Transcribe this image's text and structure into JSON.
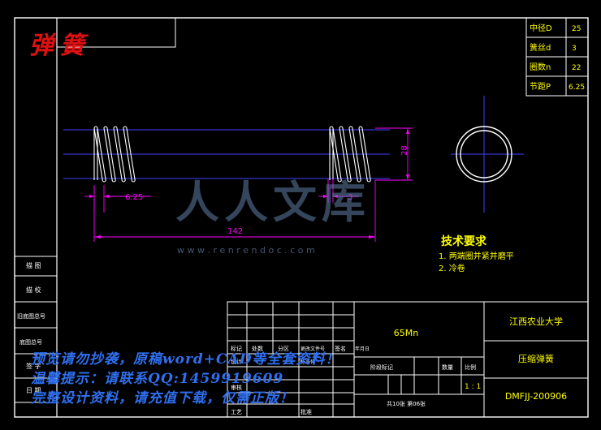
{
  "title_stamp": "弹簧",
  "params": [
    {
      "label": "中径D",
      "value": "25"
    },
    {
      "label": "簧丝d",
      "value": "3"
    },
    {
      "label": "圈数n",
      "value": "22"
    },
    {
      "label": "节距P",
      "value": "6.25"
    }
  ],
  "dimensions": {
    "pitch": "6.25",
    "wire": "3",
    "length": "142",
    "height": "28"
  },
  "tech_req": {
    "title": "技术要求",
    "items": [
      "1. 两端圈并紧并磨平",
      "2. 冷卷"
    ]
  },
  "side_labels": [
    "描 图",
    "描 校",
    "旧底图总号",
    "底图总号",
    "签 字",
    "日 期"
  ],
  "title_block": {
    "material": "65Mn",
    "school": "江西农业大学",
    "part_name": "压缩弹簧",
    "drawing_no": "DMFJJ-200906",
    "scale_label": "比例",
    "scale": "1 : 1",
    "stage_label": "阶段标记",
    "weight_label": "数量",
    "sheets": "共10张  第06张",
    "row_labels": [
      "标记",
      "处数",
      "分区",
      "更改文件号",
      "签名",
      "年月日"
    ],
    "role_labels": [
      "设计",
      "标准化",
      "审核",
      "工艺",
      "批准"
    ]
  },
  "watermark": {
    "brand": "人人文库",
    "url": "w w w . r e n r e n d o c . c o m"
  },
  "promo_lines": [
    "预览请勿抄袭，原稿word+CAD等全套资料！",
    "温馨提示：请联系QQ:1459919609",
    "完整设计资料，请充值下载，仅需正版！"
  ],
  "colors": {
    "frame": "#ffffff",
    "spring": "#ffffff",
    "dimension": "#ff00ff",
    "centerline": "#4040ff",
    "tech_text": "#ffff00",
    "stamp": "#e01010",
    "table_text": "#ffff00"
  }
}
